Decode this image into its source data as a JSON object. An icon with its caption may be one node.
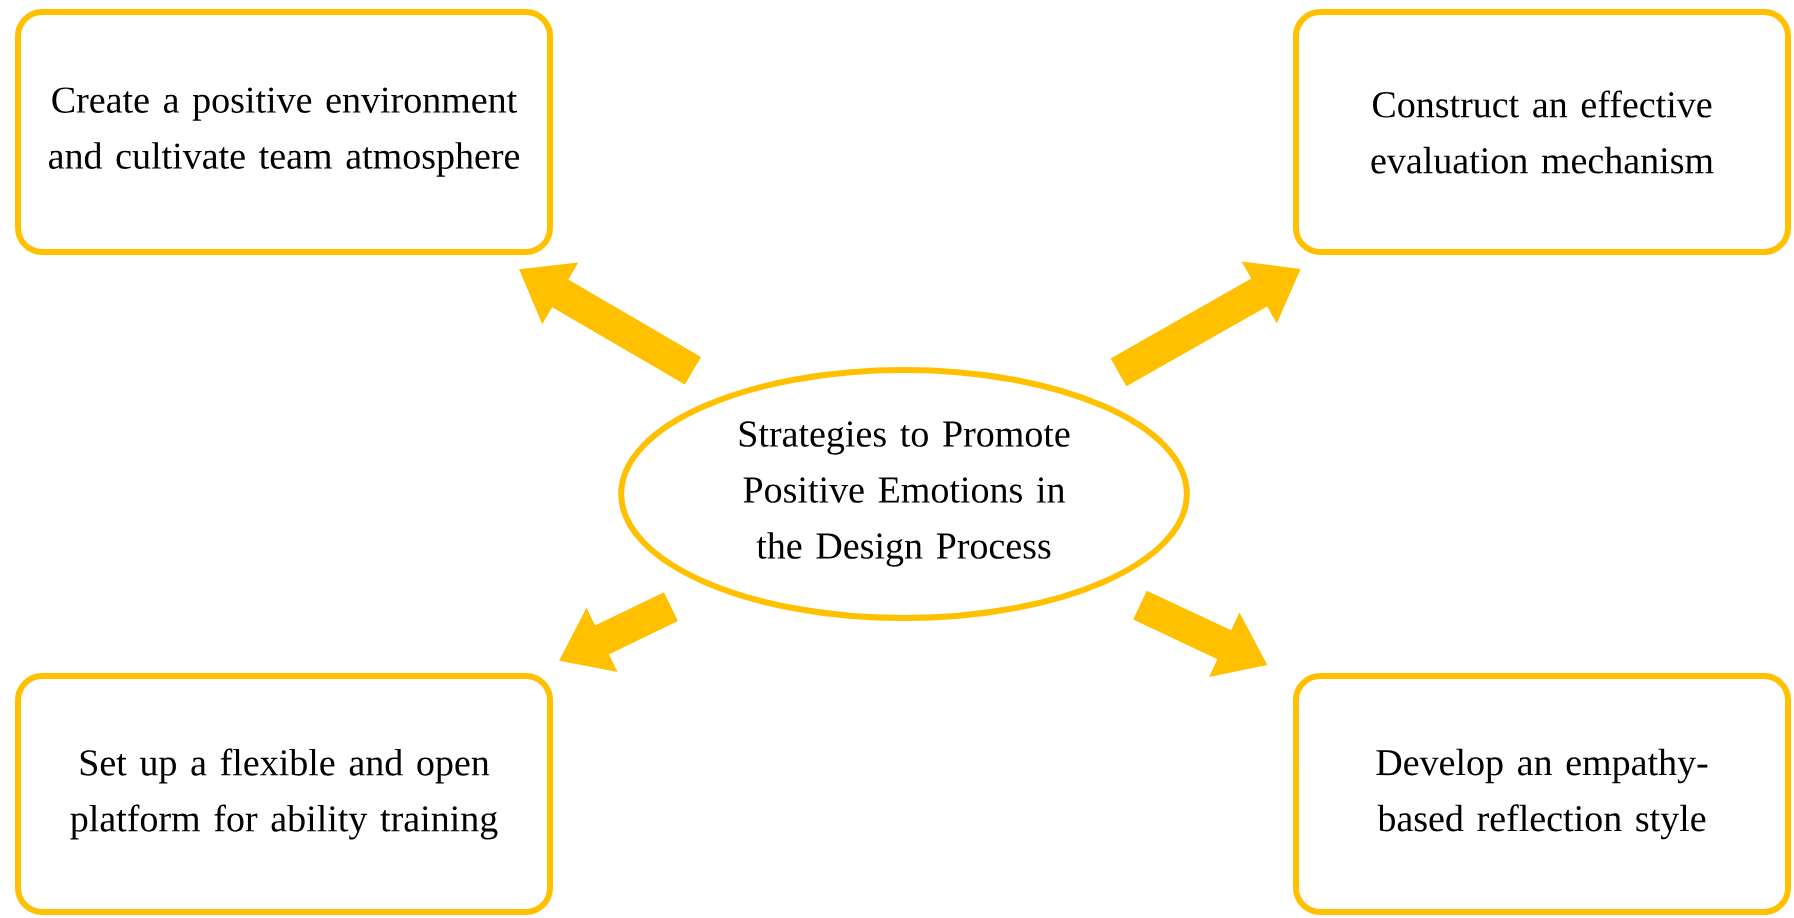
{
  "diagram": {
    "nodes": [
      {
        "text": [
          "Strategies to Promote Positive Emotions in the Design Process"
        ]
      },
      {
        "text": [
          "Create a positive environment and cultivate team atmosphere"
        ]
      },
      {
        "text": [
          "Construct an effective evaluation mechanism"
        ]
      },
      {
        "text": [
          "Set up a flexible and open platform for ability training"
        ]
      },
      {
        "text": [
          "Develop an empathy-based reflection style"
        ]
      }
    ],
    "edges": [
      {
        "from": 0,
        "to": 1,
        "arrow": "to"
      },
      {
        "from": 0,
        "to": 2,
        "arrow": "to"
      },
      {
        "from": 0,
        "to": 3,
        "arrow": "to"
      },
      {
        "from": 0,
        "to": 4,
        "arrow": "to"
      }
    ]
  }
}
